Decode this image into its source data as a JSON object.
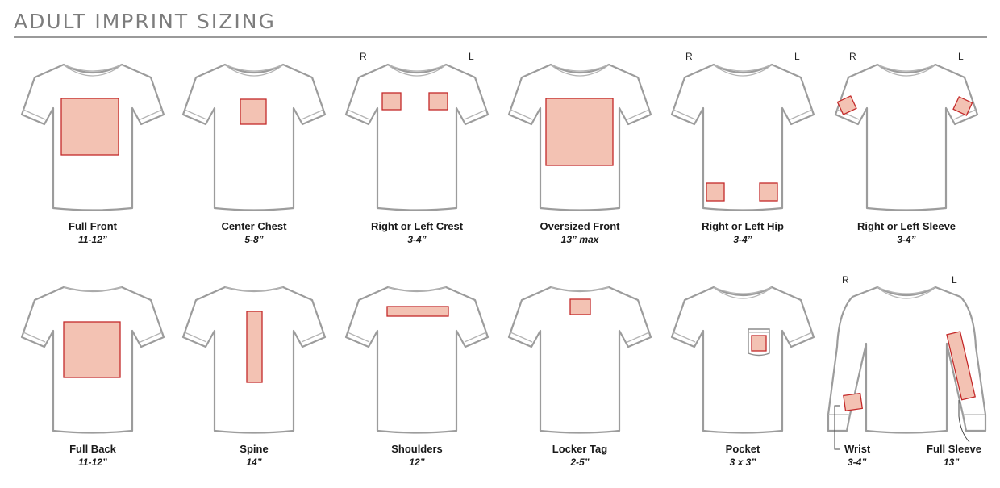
{
  "page": {
    "title": "ADULT IMPRINT SIZING"
  },
  "sides": {
    "right": "R",
    "left": "L"
  },
  "items": [
    {
      "name": "Full Front",
      "size": "11-12”"
    },
    {
      "name": "Center Chest",
      "size": "5-8”"
    },
    {
      "name": "Right or Left Crest",
      "size": "3-4”"
    },
    {
      "name": "Oversized Front",
      "size": "13” max"
    },
    {
      "name": "Right or Left Hip",
      "size": "3-4”"
    },
    {
      "name": "Right or Left Sleeve",
      "size": "3-4”"
    },
    {
      "name": "Full Back",
      "size": "11-12”"
    },
    {
      "name": "Spine",
      "size": "14”"
    },
    {
      "name": "Shoulders",
      "size": "12”"
    },
    {
      "name": "Locker Tag",
      "size": "2-5”"
    },
    {
      "name": "Pocket",
      "size": "3 x 3”"
    }
  ],
  "long_sleeve": {
    "wrist": {
      "name": "Wrist",
      "size": "3-4”"
    },
    "full_sleeve": {
      "name": "Full Sleeve",
      "size": "13”"
    }
  },
  "colors": {
    "imprint_fill": "#f3c2b3",
    "imprint_stroke": "#c42a2a",
    "outline": "#9c9c9c",
    "title": "#7d7d7d"
  }
}
